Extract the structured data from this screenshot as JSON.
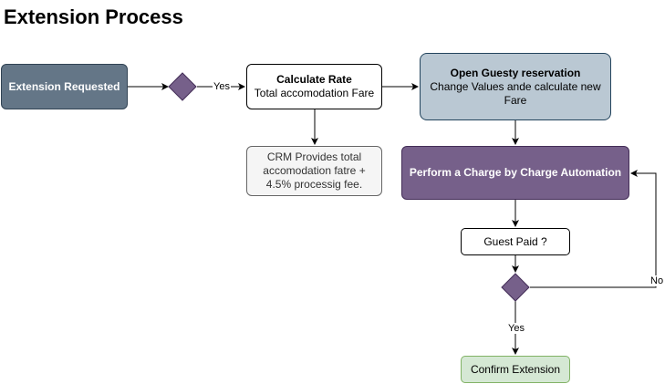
{
  "title": "Extension Process",
  "nodes": {
    "extension_requested": "Extension Requested",
    "calculate_rate": {
      "title": "Calculate Rate",
      "subtitle": "Total accomodation Fare"
    },
    "crm_provides": "CRM Provides total accomodation fatre + 4.5% processig fee.",
    "open_guesty": {
      "title": "Open Guesty reservation",
      "subtitle": "Change Values ande calculate new Fare"
    },
    "perform_charge": "Perform a Charge by Charge Automation",
    "guest_paid": "Guest Paid ?",
    "confirm_extension": "Confirm Extension"
  },
  "edge_labels": {
    "yes_top": "Yes",
    "yes_bottom": "Yes",
    "no": "No"
  },
  "colors": {
    "requested_fill": "#647687",
    "decision_fill": "#76608a",
    "guesty_fill": "#bac8d3",
    "crm_fill": "#f5f5f5",
    "confirm_fill": "#d5e8d4"
  }
}
